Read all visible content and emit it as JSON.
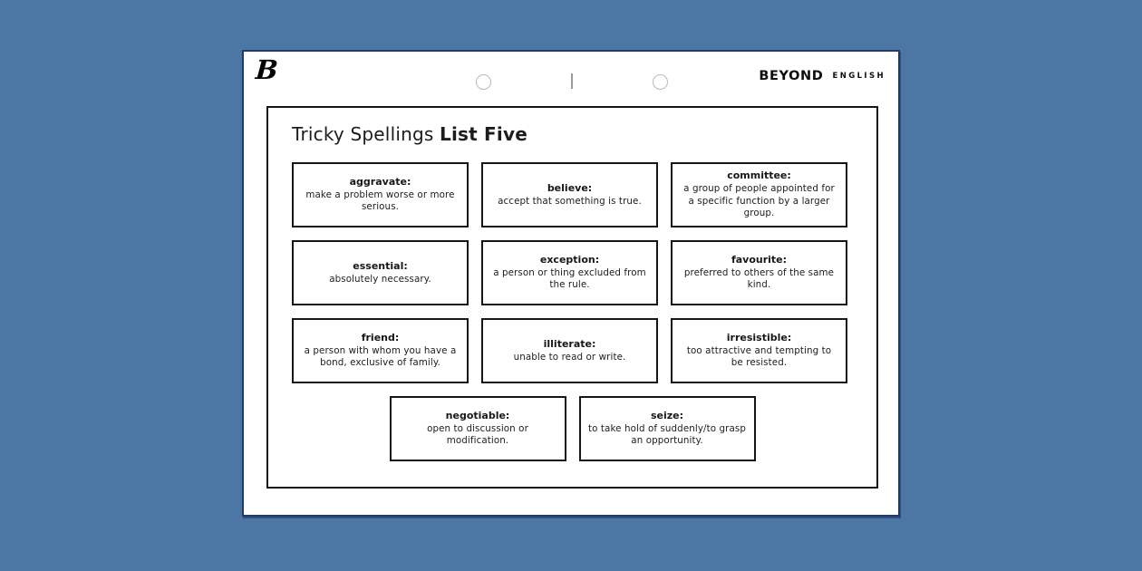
{
  "page": {
    "background_color": "#4c76a3",
    "sheet_border_color": "#1f3c69",
    "frame_border_color": "#161616"
  },
  "header": {
    "logo_glyph": "B",
    "logo_icon_name": "beyond-b-logo",
    "brand_bold": "BEYOND",
    "brand_light": "ENGLISH"
  },
  "title": {
    "regular": "Tricky Spellings ",
    "bold": "List Five"
  },
  "cards": [
    {
      "word": "aggravate:",
      "definition": "make a problem worse or more serious."
    },
    {
      "word": "believe:",
      "definition": "accept that something is true."
    },
    {
      "word": "committee:",
      "definition": "a group of people appointed for a specific function by a larger group."
    },
    {
      "word": "essential:",
      "definition": "absolutely necessary."
    },
    {
      "word": "exception:",
      "definition": "a person or thing excluded from the rule."
    },
    {
      "word": "favourite:",
      "definition": "preferred to others of the same kind."
    },
    {
      "word": "friend:",
      "definition": "a person with whom you have a bond, exclusive of family."
    },
    {
      "word": "illiterate:",
      "definition": "unable to read or write."
    },
    {
      "word": "irresistible:",
      "definition": "too attractive and tempting to be resisted."
    },
    {
      "word": "negotiable:",
      "definition": "open to discussion or modification."
    },
    {
      "word": "seize:",
      "definition": "to take hold of suddenly/to grasp an opportunity."
    }
  ]
}
